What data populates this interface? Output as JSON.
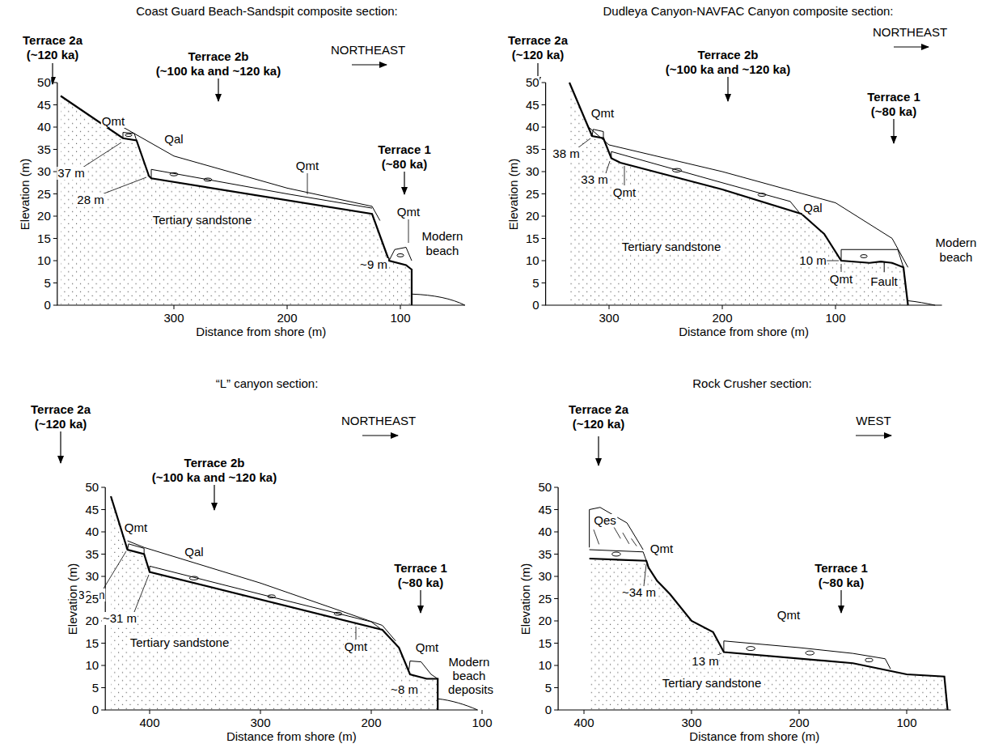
{
  "diagram": {
    "labels": [
      "Coast Guard Beach-Sandspit composite section:",
      "Terrace 2a",
      "(~120 ka)",
      "Terrace 2b",
      "(~100 ka and ~120 ka)",
      "NORTHEAST",
      "Terrace 1",
      "(~80 ka)",
      "Qmt",
      "Qal",
      "Qmt",
      "Qmt",
      "Modern",
      "beach",
      "37 m",
      "28 m",
      "~9 m",
      "Tertiary sandstone",
      "0",
      "5",
      "10",
      "15",
      "20",
      "25",
      "30",
      "35",
      "40",
      "45",
      "50",
      "300",
      "200",
      "100",
      "Elevation (m)",
      "Distance from shore (m)",
      "Dudleya Canyon-NAVFAC Canyon composite section:",
      "NORTHEAST",
      "Terrace 2a",
      "(~120 ka)",
      "Terrace 2b",
      "(~100 ka and ~120 ka)",
      "Terrace 1",
      "(~80 ka)",
      "Qmt",
      "38 m",
      "33 m",
      "Qmt",
      "Qal",
      "Modern",
      "beach",
      "Tertiary sandstone",
      "10 m",
      "Qmt",
      "Fault",
      "0",
      "5",
      "10",
      "15",
      "20",
      "25",
      "30",
      "35",
      "40",
      "45",
      "50",
      "300",
      "200",
      "100",
      "Elevation (m)",
      "Distance from shore (m)",
      "“L” canyon section:",
      "Terrace 2a",
      "(~120 ka)",
      "NORTHEAST",
      "Terrace 2b",
      "(~100 ka and ~120 ka)",
      "Terrace 1",
      "(~80 ka)",
      "Qmt",
      "Qal",
      "36 m",
      "~31 m",
      "Tertiary sandstone",
      "Qmt",
      "Qmt",
      "Modern",
      "beach",
      "deposits",
      "~8 m",
      "0",
      "5",
      "10",
      "15",
      "20",
      "25",
      "30",
      "35",
      "40",
      "45",
      "50",
      "400",
      "300",
      "200",
      "100",
      "Elevation (m)",
      "Distance from shore (m)",
      "Rock Crusher section:",
      "Terrace 2a",
      "(~120 ka)",
      "WEST",
      "Qes",
      "Qmt",
      "~34 m",
      "Terrace 1",
      "(~80 ka)",
      "Qmt",
      "13 m",
      "Tertiary sandstone",
      "0",
      "5",
      "10",
      "15",
      "20",
      "25",
      "30",
      "35",
      "40",
      "45",
      "50",
      "400",
      "300",
      "200",
      "100",
      "Elevation (m)",
      "Distance from shore (m)"
    ]
  }
}
